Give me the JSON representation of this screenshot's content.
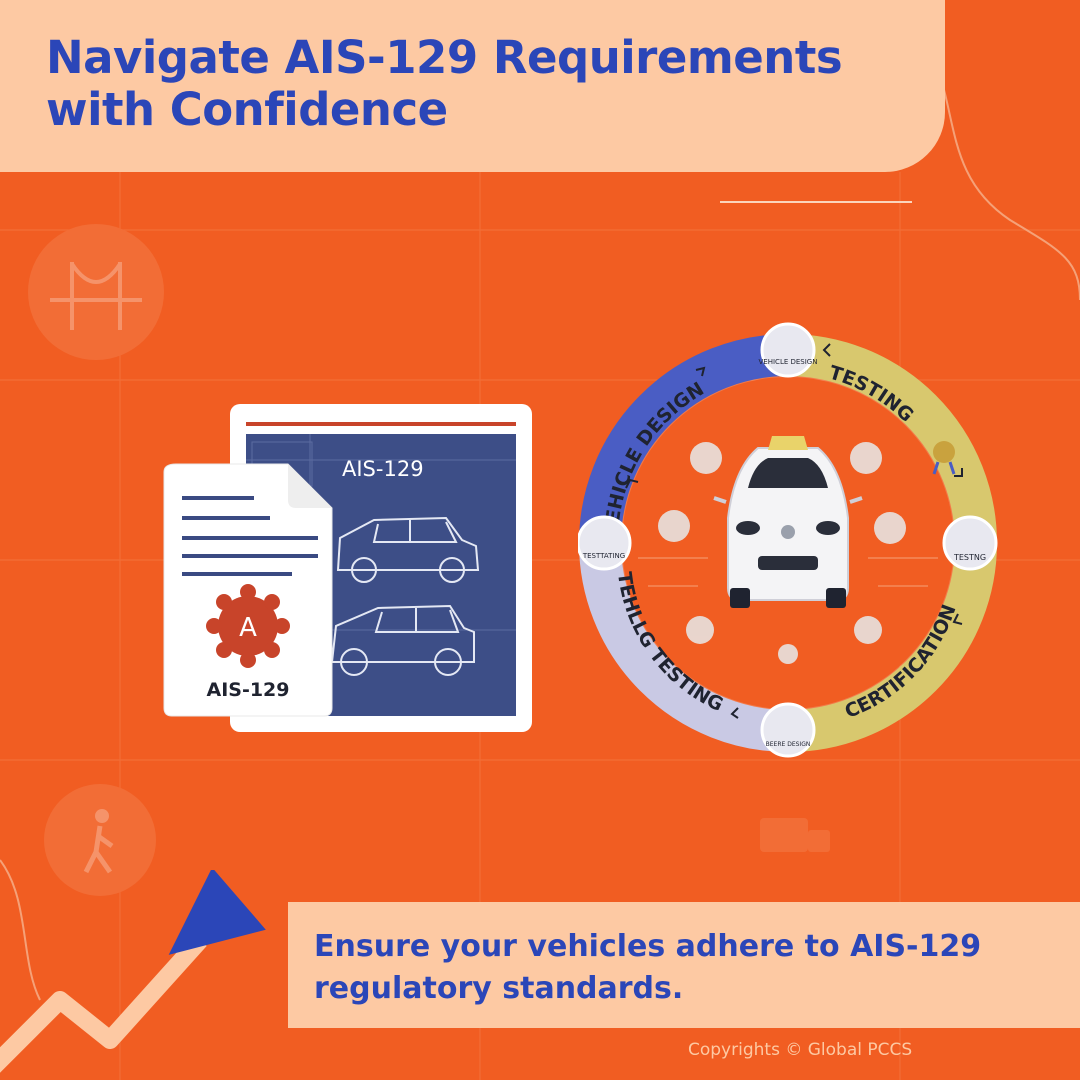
{
  "header": {
    "title": "Navigate AIS-129 Requirements with Confidence"
  },
  "document": {
    "blueprint_label": "AIS-129",
    "badge_letter": "A",
    "card_label": "AIS-129"
  },
  "cycle": {
    "arc_labels": [
      "VEHICLE DESIGN",
      "TESTING",
      "CERTIFICATION",
      "TEHLLG TESTING"
    ],
    "node_labels": [
      "VEHICLE DESIGN",
      "TESTNG",
      "BEERE DESIGN",
      "TESTTATING"
    ]
  },
  "footer": {
    "tagline": "Ensure your vehicles adhere to AIS-129 regulatory standards.",
    "copyright": "Copyrights © Global PCCS"
  },
  "colors": {
    "background": "#f15d22",
    "banner": "#fdc9a3",
    "title_blue": "#2b46b8",
    "blueprint_navy": "#3d4e87",
    "badge_red": "#c8442a",
    "ring_blue": "#4a5dc4",
    "ring_gold": "#d8c86e",
    "ring_lavender": "#c9c9e4"
  }
}
